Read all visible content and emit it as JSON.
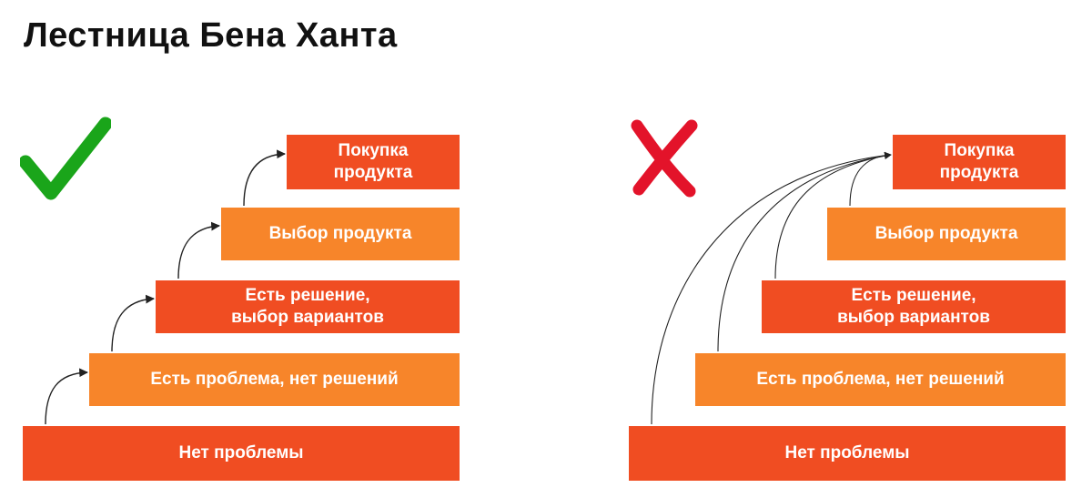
{
  "title": "Лестница Бена Ханта",
  "colors": {
    "red": "#f04d22",
    "orange": "#f7852a",
    "check": "#1aa51a",
    "cross": "#e3132a",
    "arrow": "#222222"
  },
  "left": {
    "mark_icon": "check-mark-icon",
    "steps": [
      {
        "label": "Нет проблемы",
        "color": "red"
      },
      {
        "label": "Есть проблема, нет решений",
        "color": "orange"
      },
      {
        "label": "Есть решение,\nвыбор вариантов",
        "color": "red"
      },
      {
        "label": "Выбор продукта",
        "color": "orange"
      },
      {
        "label": "Покупка\nпродукта",
        "color": "red"
      }
    ]
  },
  "right": {
    "mark_icon": "cross-mark-icon",
    "steps": [
      {
        "label": "Нет проблемы",
        "color": "red"
      },
      {
        "label": "Есть проблема, нет решений",
        "color": "orange"
      },
      {
        "label": "Есть решение,\nвыбор вариантов",
        "color": "red"
      },
      {
        "label": "Выбор продукта",
        "color": "orange"
      },
      {
        "label": "Покупка\nпродукта",
        "color": "red"
      }
    ]
  }
}
